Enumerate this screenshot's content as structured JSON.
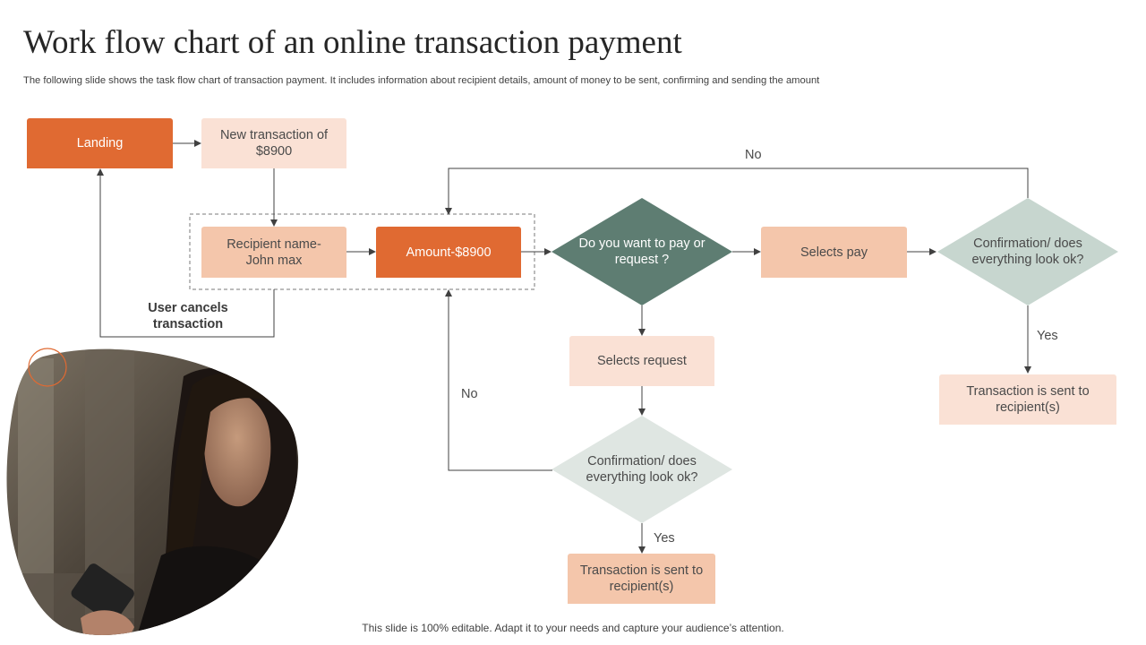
{
  "slide": {
    "title": "Work flow chart of an online transaction payment",
    "subtitle": "The following slide shows the task flow chart of transaction payment. It includes information about recipient details, amount of money to be sent, confirming and sending the amount",
    "footer": "This slide is 100% editable. Adapt it to your needs and capture your audience’s attention."
  },
  "nodes": {
    "landing": "Landing",
    "new_transaction": "New transaction of $8900",
    "recipient": "Recipient name- John max",
    "amount": "Amount-$8900",
    "pay_or_request": "Do you want to pay or request ?",
    "selects_pay": "Selects pay",
    "confirm_top": "Confirmation/ does everything look ok?",
    "sent_top": "Transaction is sent to recipient(s)",
    "selects_request": "Selects request",
    "confirm_bottom": "Confirmation/ does everything look ok?",
    "sent_bottom": "Transaction is sent to recipient(s)"
  },
  "labels": {
    "no_top": "No",
    "yes_right": "Yes",
    "no_left": "No",
    "yes_bottom": "Yes",
    "user_cancels": "User cancels transaction"
  },
  "colors": {
    "dark_orange": "#e06a32",
    "mid_peach": "#f4c6ab",
    "light_peach": "#fae1d5",
    "dark_green": "#5e7d72",
    "light_green": "#c7d6cf",
    "pale_green": "#dfe6e2"
  }
}
